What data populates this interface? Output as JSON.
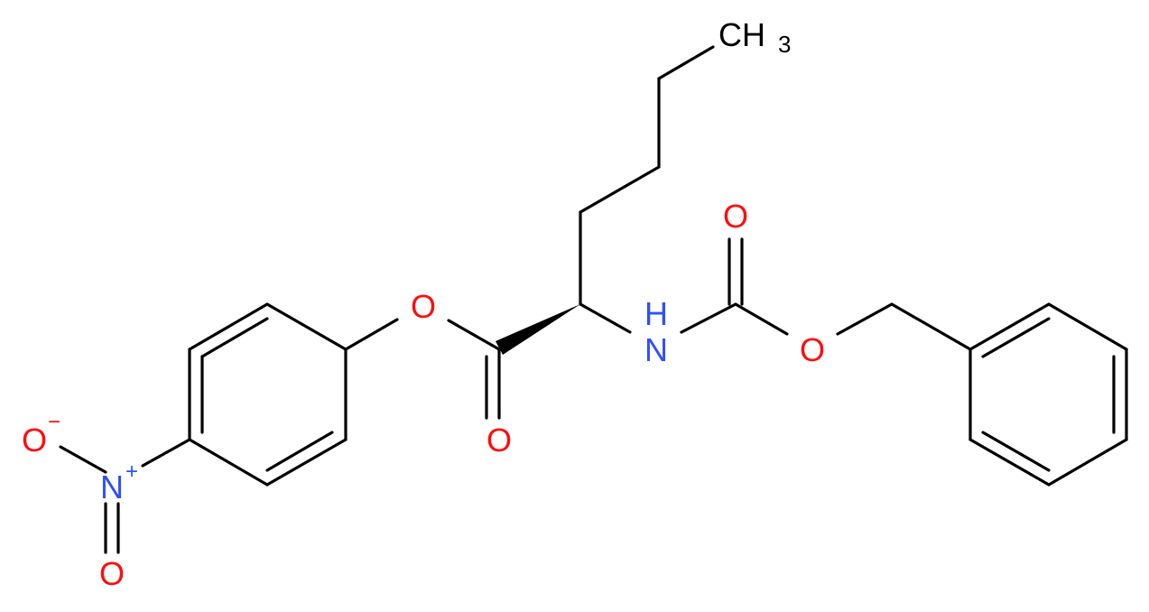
{
  "molecule": {
    "atom_colors": {
      "carbon": "#000000",
      "oxygen": "#ff0d0d",
      "nitrogen": "#3050f8"
    },
    "labels": {
      "ch3_c": "CH",
      "ch3_sub": "3",
      "ester_o": "O",
      "carbonyl_o": "O",
      "amide_n": "N",
      "amide_h": "H",
      "carbamate_carbonyl_o": "O",
      "carbamate_o": "O",
      "nitro_n": "N",
      "nitro_n_charge": "+",
      "nitro_o_minus": "O",
      "nitro_o_minus_charge": "−",
      "nitro_o_double": "O"
    }
  }
}
